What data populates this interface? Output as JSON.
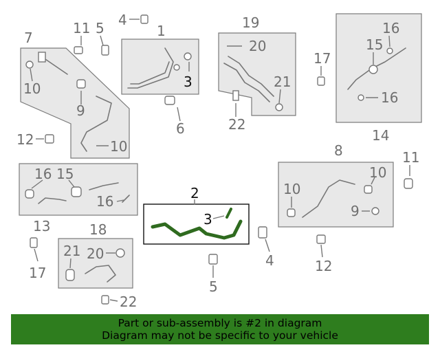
{
  "colors": {
    "highlight": "#2e7d1e",
    "highlight_part": "#2f6b1f",
    "banner": "#2e7d1e",
    "group_box_fill": "#e8e8e8",
    "callout": "#6f6f6f"
  },
  "callouts": {
    "c4_top": "4",
    "c11_top": "11",
    "c5_top": "5",
    "c1": "1",
    "c19": "19",
    "c7": "7",
    "c20_top": "20",
    "c3_top": "3",
    "c21_top": "21",
    "c10_a": "10",
    "c9_a": "9",
    "c22_top": "22",
    "c6": "6",
    "c12_left": "12",
    "c10_b": "10",
    "c16_tr": "16",
    "c15_tr": "15",
    "c17_tr": "17",
    "c16_tr2": "16",
    "c14": "14",
    "c8": "8",
    "c11_r": "11",
    "c10_c": "10",
    "c10_d": "10",
    "c9_b": "9",
    "c16_l": "16",
    "c15_l": "15",
    "c16_l2": "16",
    "c13": "13",
    "c2": "2",
    "c3_mid": "3",
    "c18": "18",
    "c21_b": "21",
    "c20_b": "20",
    "c17_b": "17",
    "c22_b": "22",
    "c5_b": "5",
    "c4_b": "4",
    "c12_b": "12"
  },
  "banner": {
    "line1": "Part or sub-assembly is #2 in diagram",
    "line2": "Diagram may not be specific to your vehicle"
  }
}
